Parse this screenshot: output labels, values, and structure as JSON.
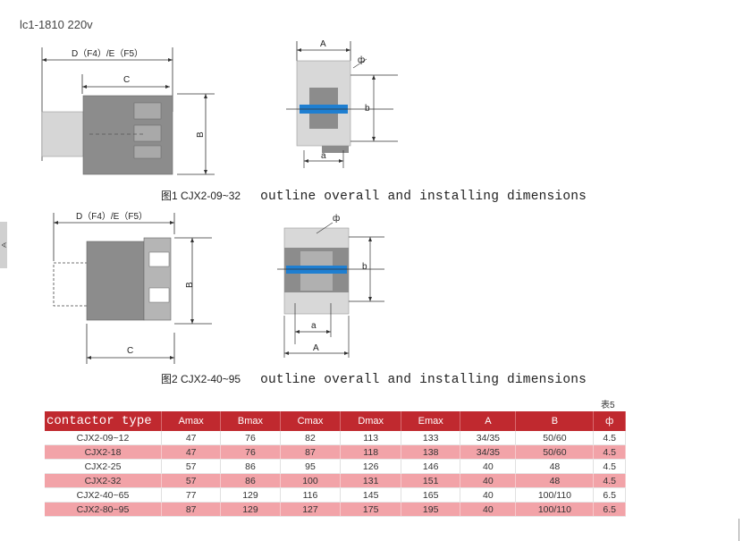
{
  "page": {
    "title": "lc1-1810 220v"
  },
  "side_tab": {
    "glyph": "∢"
  },
  "fig1": {
    "caption_prefix": "图1 CJX2-09~32",
    "caption_text": "outline overall and installing dimensions",
    "labels": {
      "dfe": "D（F4）/E（F5）",
      "c": "C",
      "b_side": "B",
      "a_top": "A",
      "phi": "ф",
      "b_front": "b",
      "a_bottom": "a"
    }
  },
  "fig2": {
    "caption_prefix": "图2 CJX2-40~95",
    "caption_text": "outline overall and installing dimensions",
    "labels": {
      "dfe": "D（F4）/E（F5）",
      "c": "C",
      "b_side": "B",
      "phi": "ф",
      "b_front": "b",
      "a_small": "a",
      "a_bottom": "A"
    }
  },
  "table": {
    "note": "表5",
    "headers": [
      "contactor type",
      "Amax",
      "Bmax",
      "Cmax",
      "Dmax",
      "Emax",
      "A",
      "B",
      "ф"
    ],
    "rows": [
      [
        "CJX2-09~12",
        "47",
        "76",
        "82",
        "113",
        "133",
        "34/35",
        "50/60",
        "4.5"
      ],
      [
        "CJX2-18",
        "47",
        "76",
        "87",
        "118",
        "138",
        "34/35",
        "50/60",
        "4.5"
      ],
      [
        "CJX2-25",
        "57",
        "86",
        "95",
        "126",
        "146",
        "40",
        "48",
        "4.5"
      ],
      [
        "CJX2-32",
        "57",
        "86",
        "100",
        "131",
        "151",
        "40",
        "48",
        "4.5"
      ],
      [
        "CJX2-40~65",
        "77",
        "129",
        "116",
        "145",
        "165",
        "40",
        "100/110",
        "6.5"
      ],
      [
        "CJX2-80~95",
        "87",
        "129",
        "127",
        "175",
        "195",
        "40",
        "100/110",
        "6.5"
      ]
    ]
  },
  "colors": {
    "header_red": "#c0292f",
    "row_pink": "#f2a3a8",
    "body_gray": "#8c8c8c",
    "blue_bar": "#1f7fd1"
  }
}
